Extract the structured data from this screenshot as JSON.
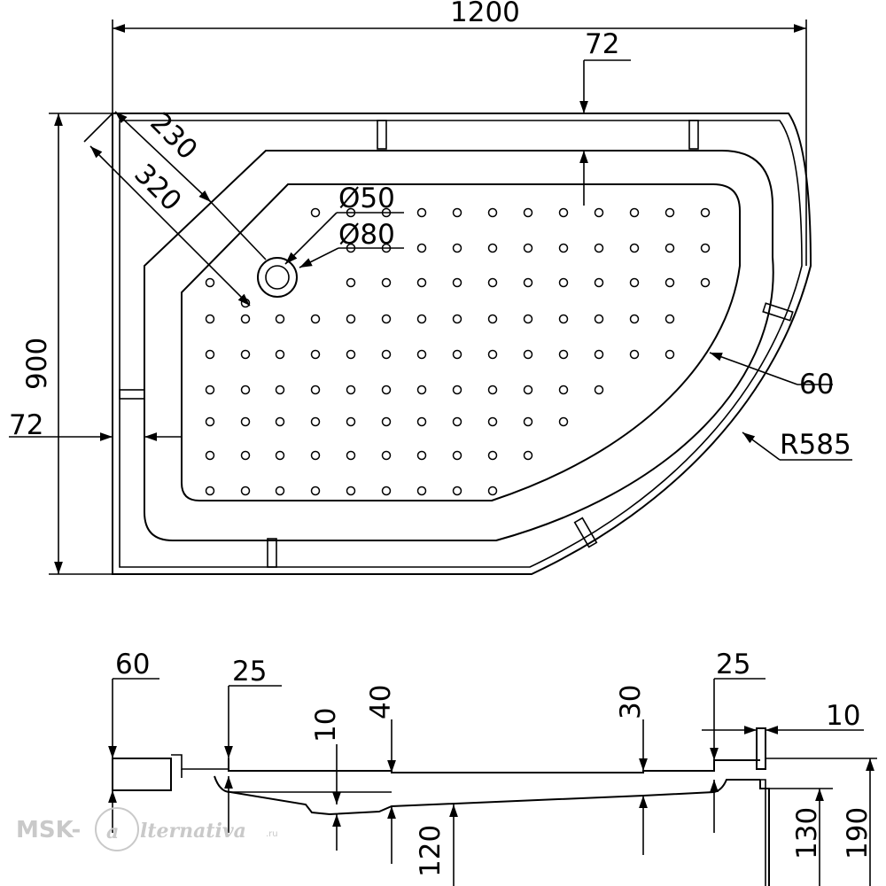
{
  "plan_view": {
    "dim_overall_length": "1200",
    "dim_rim_top": "72",
    "dim_overall_width": "900",
    "dim_rim_left": "72",
    "dim_diagonal_230": "230",
    "dim_diagonal_320": "320",
    "dim_drain_50": "Ø50",
    "dim_drain_80": "Ø80",
    "dim_rim_arc": "60",
    "dim_radius": "R585"
  },
  "section_view": {
    "dim_left_rim": "60",
    "dim_left_lip": "25",
    "dim_drain_depth": "10",
    "dim_depth_left": "40",
    "dim_depth_right": "30",
    "dim_right_lip": "25",
    "dim_right_step": "10",
    "dim_height_120": "120",
    "dim_height_130": "130",
    "dim_height_190": "190"
  },
  "watermark": {
    "prefix": "MSK-",
    "name": "lternativa",
    "suffix": ".ru"
  }
}
